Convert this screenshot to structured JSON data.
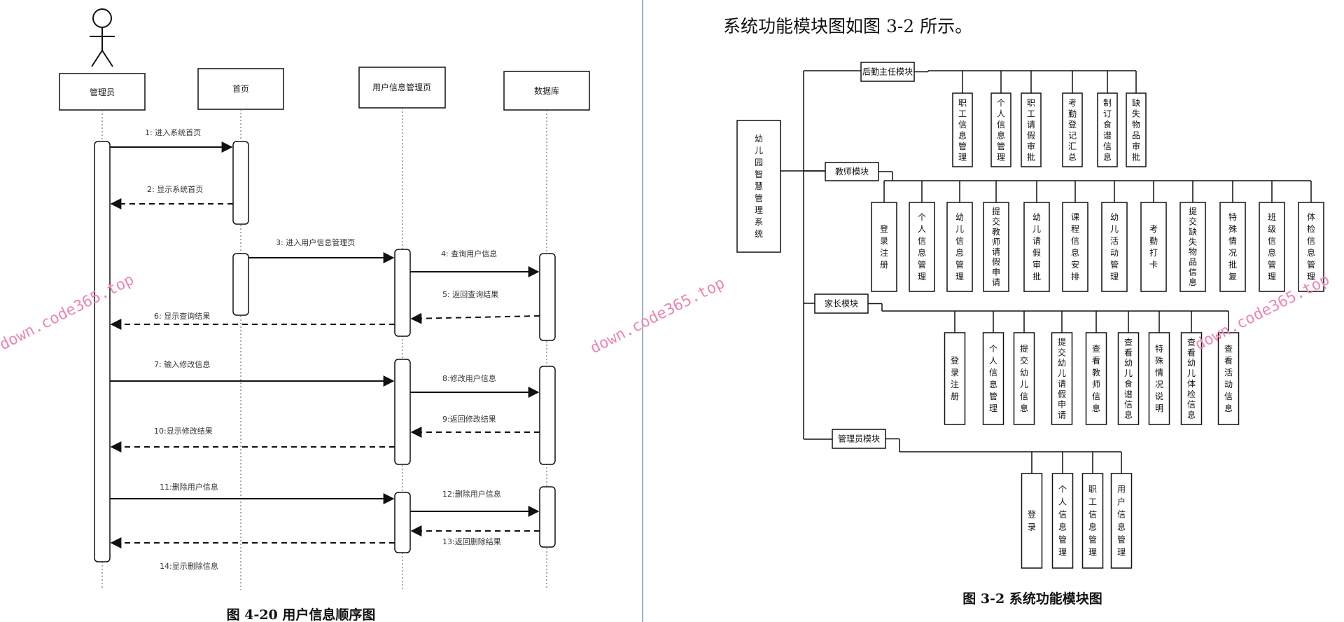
{
  "sequence": {
    "actor_label": "管理员",
    "lifelines": [
      "首页",
      "用户信息管理页",
      "数据库"
    ],
    "messages": [
      "1: 进入系统首页",
      "2: 显示系统首页",
      "3: 进入用户信息管理页",
      "4: 查询用户信息",
      "5: 返回查询结果",
      "6: 显示查询结果",
      "7: 输入修改信息",
      "8:修改用户信息",
      "9:返回修改结果",
      "10:显示修改结果",
      "11:删除用户信息",
      "12:删除用户信息",
      "13:返回删除结果",
      "14:显示删除信息"
    ],
    "caption": "图 4-20  用户信息顺序图"
  },
  "module": {
    "intro": "系统功能模块图如图  3-2  所示。",
    "root": "幼儿园智慧管理系统",
    "groups": [
      {
        "name": "后勤主任模块",
        "children": [
          "职工信息管理",
          "个人信息管理",
          "职工请假审批",
          "考勤登记汇总",
          "制订食谱信息",
          "缺失物品审批"
        ]
      },
      {
        "name": "教师模块",
        "children": [
          "登录注册",
          "个人信息管理",
          "幼儿信息管理",
          "提交教师请假申请",
          "幼儿请假审批",
          "课程信息安排",
          "幼儿活动管理",
          "考勤打卡",
          "提交缺失物品信息",
          "特殊情况批复",
          "班级信息管理",
          "体检信息管理"
        ]
      },
      {
        "name": "家长模块",
        "children": [
          "登录注册",
          "个人信息管理",
          "提交幼儿信息",
          "提交幼儿请假申请",
          "查看教师信息",
          "查看幼儿食谱信息",
          "特殊情况说明",
          "查看幼儿体检信息",
          "查看活动信息"
        ]
      },
      {
        "name": "管理员模块",
        "children": [
          "登录",
          "个人信息管理",
          "职工信息管理",
          "用户信息管理"
        ]
      }
    ],
    "caption": "图 3-2  系统功能模块图"
  },
  "watermark": "down.code365.top"
}
